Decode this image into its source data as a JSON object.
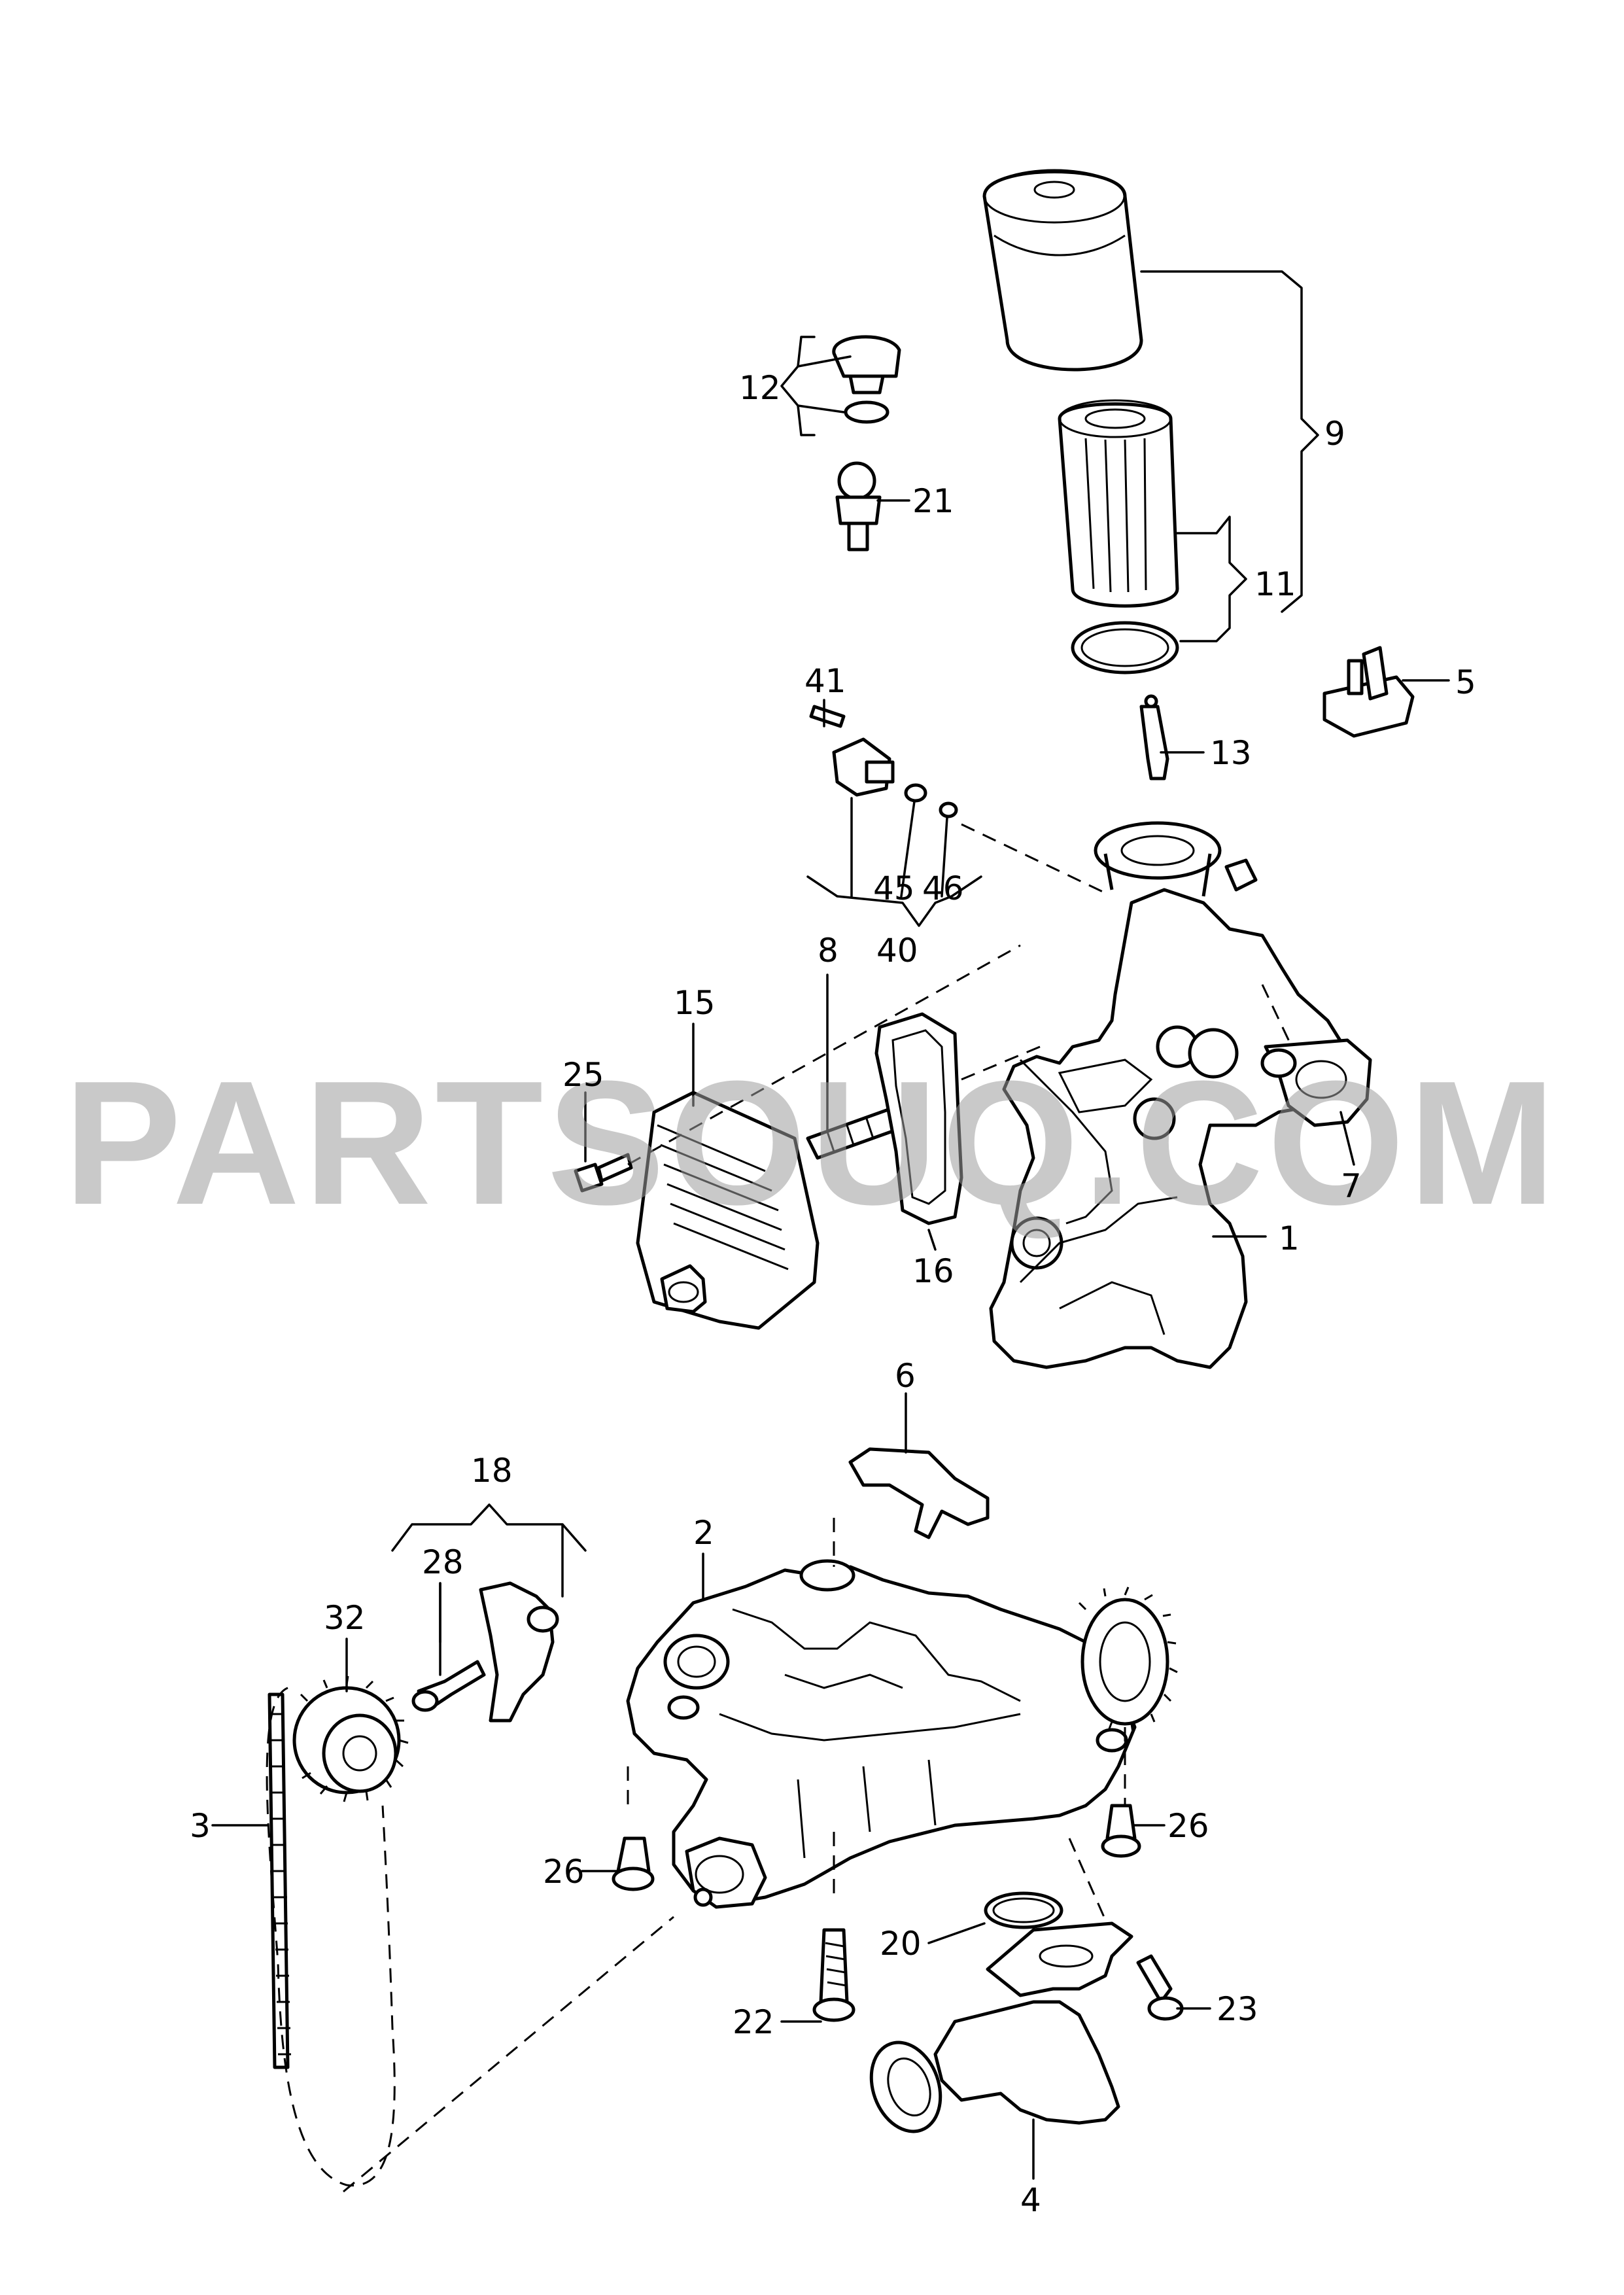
{
  "watermark": "PARTSOUQ.COM",
  "callouts": [
    "1",
    "2",
    "3",
    "4",
    "5",
    "6",
    "7",
    "8",
    "9",
    "11",
    "12",
    "13",
    "15",
    "16",
    "18",
    "20",
    "21",
    "22",
    "23",
    "25",
    "26",
    "26",
    "28",
    "32",
    "40",
    "41",
    "45",
    "46"
  ],
  "colors": {
    "line": "#000000",
    "background": "#ffffff",
    "watermark": "#9c9c9c"
  }
}
